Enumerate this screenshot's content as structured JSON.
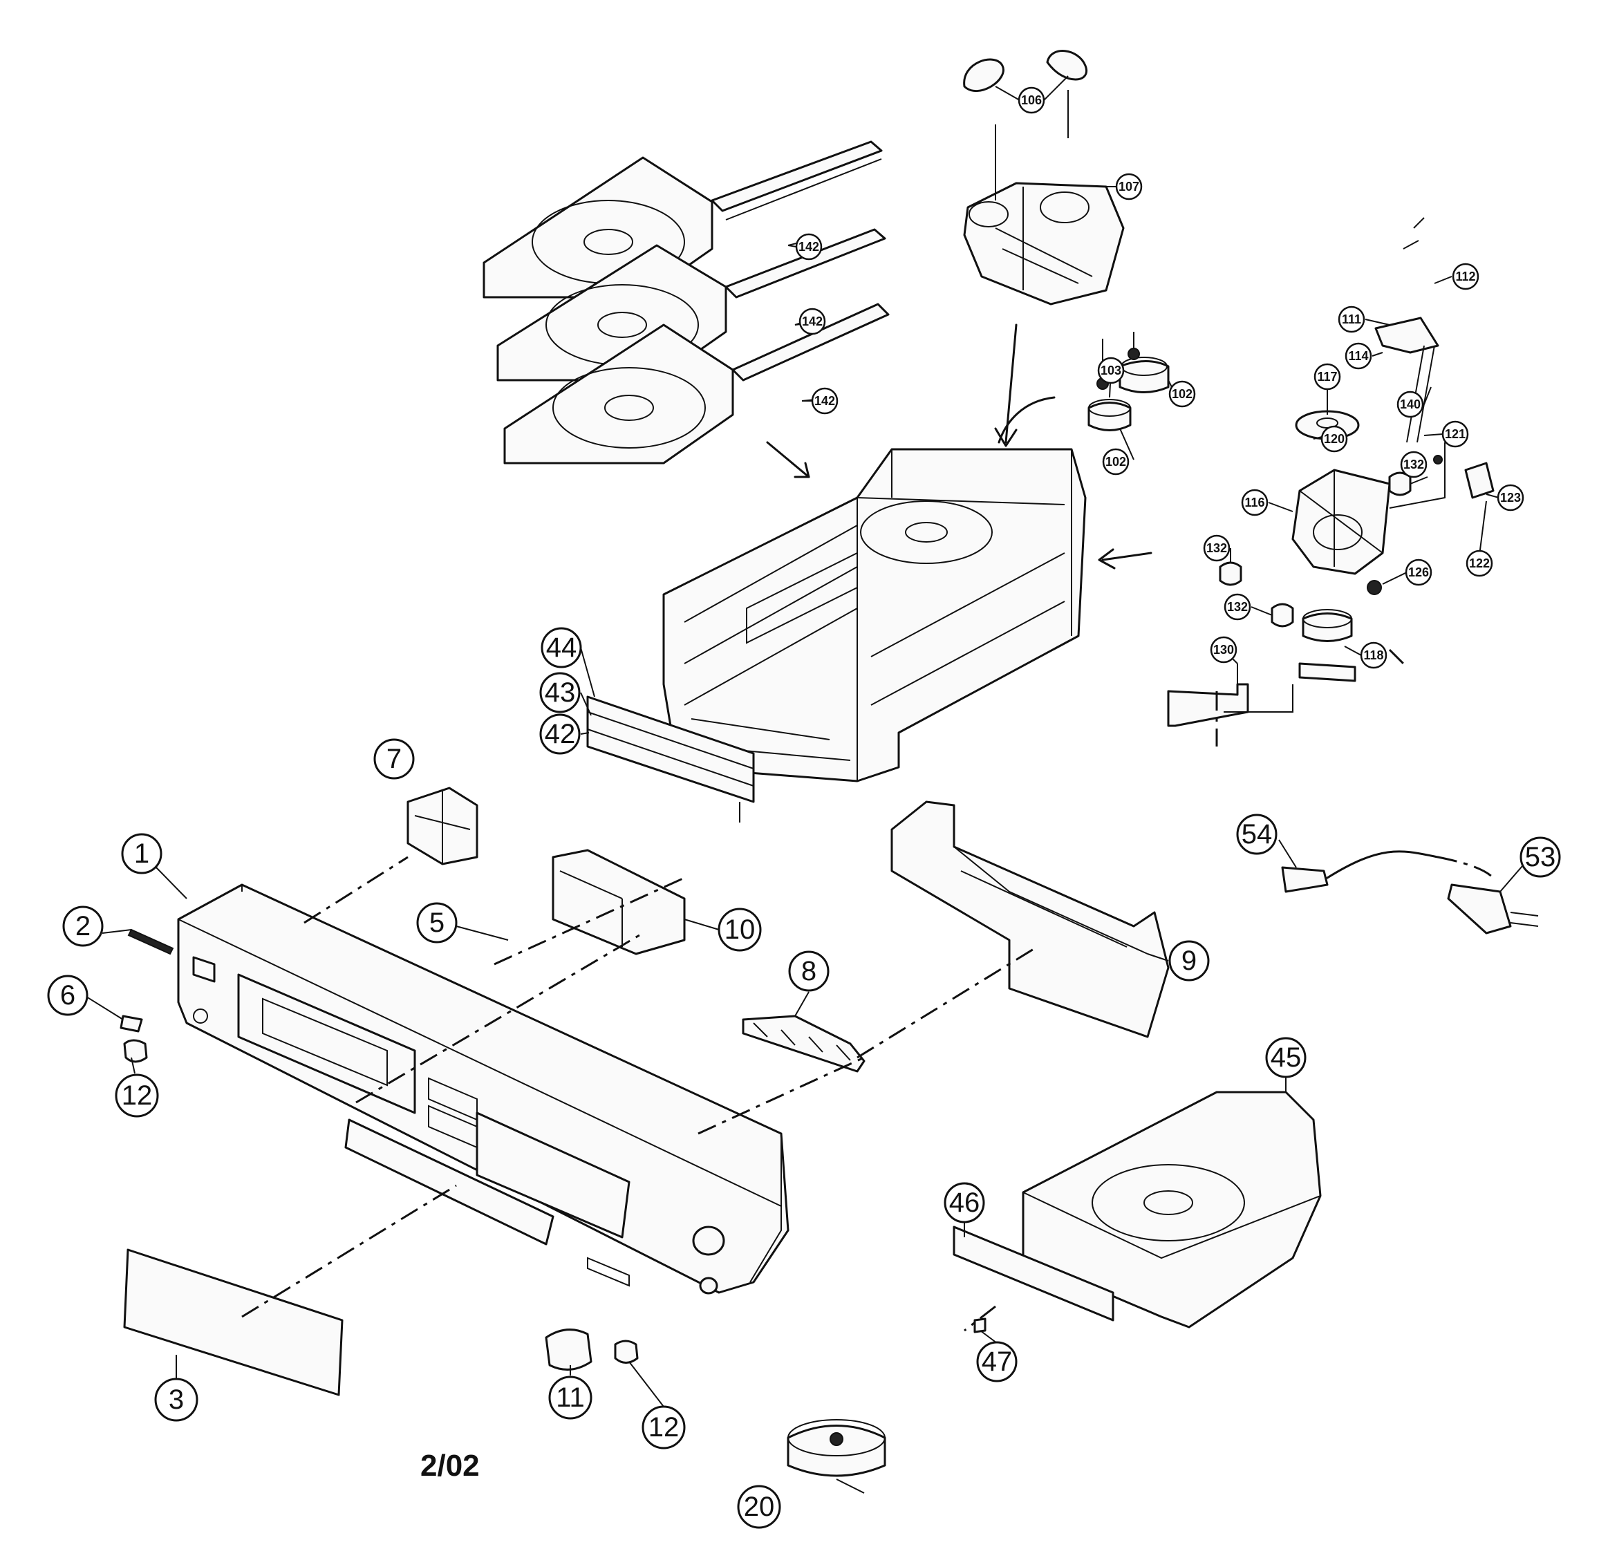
{
  "date_stamp": "2/02",
  "callouts": {
    "c1": "1",
    "c2": "2",
    "c3": "3",
    "c5": "5",
    "c6": "6",
    "c7": "7",
    "c8": "8",
    "c9": "9",
    "c10": "10",
    "c11": "11",
    "c12a": "12",
    "c12b": "12",
    "c20": "20",
    "c42": "42",
    "c43": "43",
    "c44": "44",
    "c45": "45",
    "c46": "46",
    "c47": "47",
    "c53": "53",
    "c54": "54",
    "c102a": "102",
    "c102b": "102",
    "c103": "103",
    "c106": "106",
    "c107": "107",
    "c111": "111",
    "c112": "112",
    "c114": "114",
    "c116": "116",
    "c117": "117",
    "c118": "118",
    "c120": "120",
    "c121": "121",
    "c122": "122",
    "c123": "123",
    "c126": "126",
    "c130": "130",
    "c132a": "132",
    "c132b": "132",
    "c132c": "132",
    "c140": "140",
    "c142a": "142",
    "c142b": "142",
    "c142c": "142"
  }
}
